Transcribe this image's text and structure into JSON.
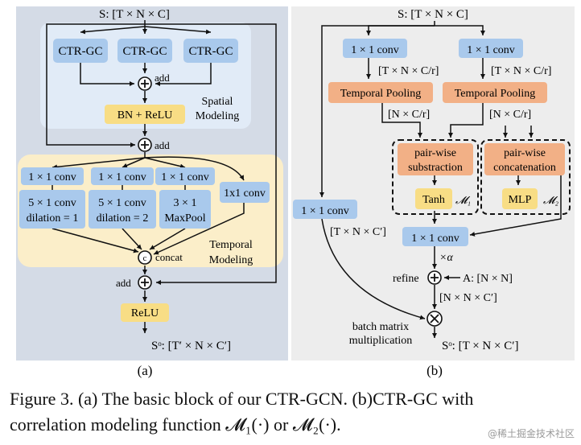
{
  "panel_a": {
    "label": "(a)",
    "input": "S: [T × N × C]",
    "ctr_gc_1": "CTR-GC",
    "ctr_gc_2": "CTR-GC",
    "ctr_gc_3": "CTR-GC",
    "add_1": "add",
    "bn_relu": "BN + ReLU",
    "spatial_1": "Spatial",
    "spatial_2": "Modeling",
    "add_2": "add",
    "conv_1": "1 × 1 conv",
    "conv_2": "1 × 1 conv",
    "conv_3": "1 × 1 conv",
    "conv_side": "1x1 conv",
    "temp_conv_1a": "5 × 1 conv",
    "temp_conv_1b": "dilation = 1",
    "temp_conv_2a": "5 × 1 conv",
    "temp_conv_2b": "dilation = 2",
    "maxpool_a": "3 × 1",
    "maxpool_b": "MaxPool",
    "concat": "concat",
    "temporal_1": "Temporal",
    "temporal_2": "Modeling",
    "add_3": "add",
    "relu": "ReLU",
    "output": "Sᵒ: [T′ × N × C′]"
  },
  "panel_b": {
    "label": "(b)",
    "input": "S: [T × N × C]",
    "conv_left": "1 × 1 conv",
    "conv_right": "1 × 1 conv",
    "dim_left": "[T × N × C/r]",
    "dim_right": "[T × N × C/r]",
    "pool_left": "Temporal Pooling",
    "pool_right": "Temporal Pooling",
    "dim_pool_left": "[N × C/r]",
    "dim_pool_right": "[N × C/r]",
    "pairwise_sub_1": "pair-wise",
    "pairwise_sub_2": "substraction",
    "pairwise_cat_1": "pair-wise",
    "pairwise_cat_2": "concatenation",
    "tanh": "Tanh",
    "m1": "𝓜₁",
    "mlp": "MLP",
    "m2": "𝓜₂",
    "conv_mid": "1 × 1 conv",
    "conv_far_left": "1 × 1 conv",
    "dim_far_left": "[T × N × C′]",
    "alpha": "×α",
    "refine": "refine",
    "adj": "A: [N × N]",
    "dim_refine": "[N × N × C′]",
    "bmm_1": "batch matrix",
    "bmm_2": "multiplication",
    "output": "Sᵒ: [T × N × C′]"
  },
  "caption": {
    "line1": "Figure 3. (a) The basic block of our CTR-GCN. (b)CTR-GC with",
    "line2": "correlation modeling function 𝓜₁(·) or 𝓜₂(·)."
  },
  "watermark": "@稀土掘金技术社区",
  "colors": {
    "panel_a_bg": "#d4dbe6",
    "spatial_bg": "#e1ebf7",
    "temporal_bg": "#fbeec9",
    "panel_b_bg": "#ededed",
    "blue_box": "#a9c9ec",
    "yellow_box": "#f8dd85",
    "orange_box": "#f2b086"
  }
}
